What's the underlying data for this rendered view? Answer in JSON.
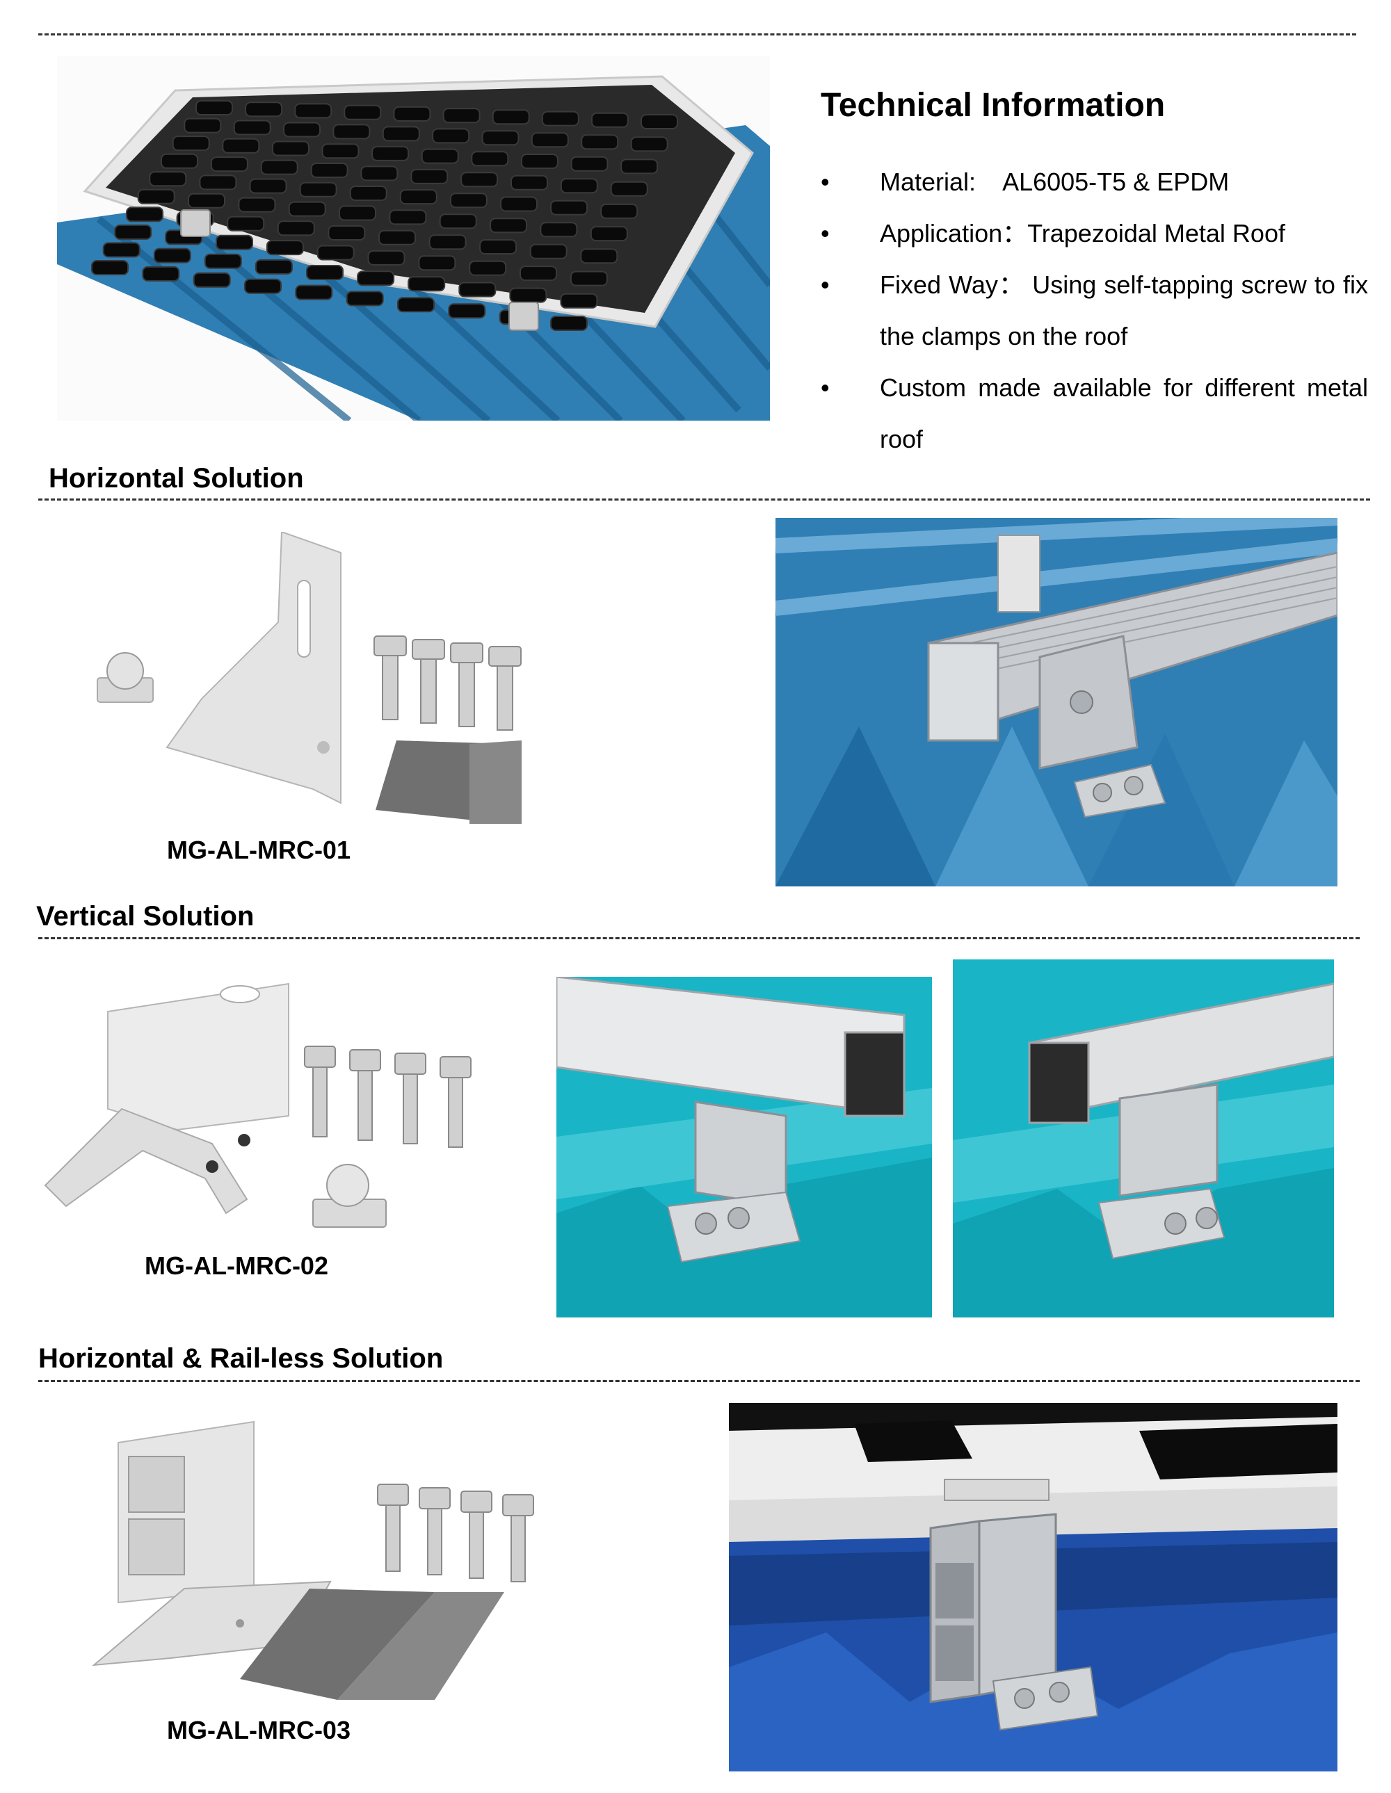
{
  "tech": {
    "title": "Technical Information",
    "bullet_symbol": "•",
    "items": [
      "Material:    AL6005-T5 & EPDM",
      "Application：Trapezoidal Metal Roof",
      "Fixed Way： Using self-tapping screw to fix the clamps on the roof",
      "Custom made available for different metal roof"
    ]
  },
  "sections": {
    "horizontal": {
      "heading": "Horizontal Solution",
      "model": "MG-AL-MRC-01"
    },
    "vertical": {
      "heading": "Vertical Solution",
      "model": "MG-AL-MRC-02"
    },
    "railless": {
      "heading": "Horizontal & Rail-less Solution",
      "model": "MG-AL-MRC-03"
    }
  },
  "colors": {
    "roof_blue": "#2f7fb4",
    "roof_teal": "#19b5c6",
    "roof_dark_blue": "#1f4fa8",
    "aluminium": "#d4d6d8",
    "epdm_gray": "#6f6f6f",
    "cell_black": "#111111"
  }
}
